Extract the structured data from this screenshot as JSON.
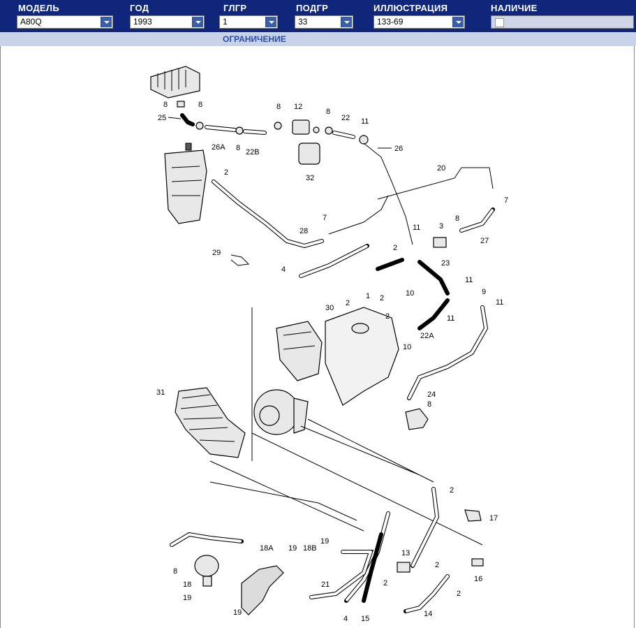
{
  "header": {
    "model_label": "МОДЕЛЬ",
    "year_label": "ГОД",
    "glgr_label": "ГЛГР",
    "podgr_label": "ПОДГР",
    "illustration_label": "ИЛЛЮСТРАЦИЯ",
    "availability_label": "НАЛИЧИЕ"
  },
  "selects": {
    "model": "A80Q",
    "year": "1993",
    "glgr": "1",
    "podgr": "33",
    "illustration": "133-69"
  },
  "subbar": {
    "restriction": "ОГРАНИЧЕНИЕ"
  },
  "callouts": [
    "8",
    "25",
    "8",
    "26A",
    "8",
    "22B",
    "8",
    "12",
    "8",
    "22",
    "11",
    "26",
    "32",
    "2",
    "20",
    "7",
    "28",
    "7",
    "11",
    "3",
    "8",
    "27",
    "29",
    "4",
    "2",
    "23",
    "1",
    "2",
    "11",
    "9",
    "30",
    "2",
    "10",
    "11",
    "11",
    "2",
    "22A",
    "10",
    "24",
    "8",
    "31",
    "2",
    "17",
    "18A",
    "19",
    "18B",
    "19",
    "8",
    "18",
    "19",
    "19",
    "21",
    "4",
    "15",
    "13",
    "2",
    "2",
    "16",
    "14",
    "2"
  ],
  "colors": {
    "header_bg": "#10267a",
    "subbar_bg": "#c8d2e8",
    "subbar_text": "#2a4da8"
  }
}
